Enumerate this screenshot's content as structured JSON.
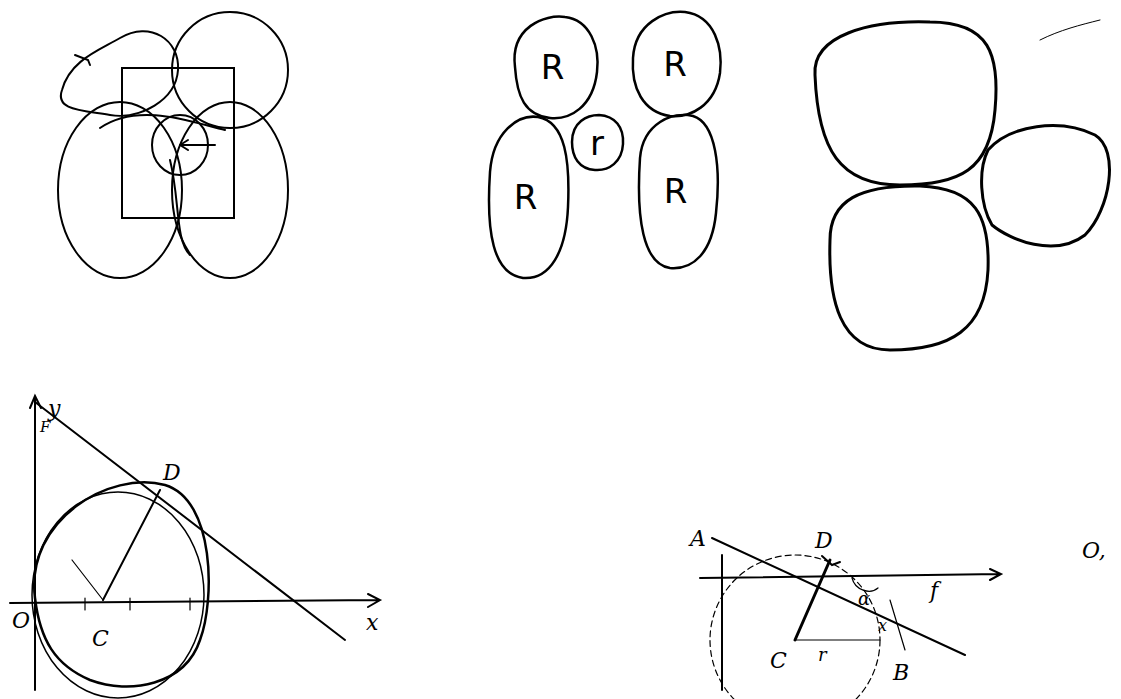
{
  "diagram": {
    "nodes": [
      {
        "text": [
          "R"
        ]
      },
      {
        "text": [
          "R"
        ]
      },
      {
        "text": [
          "R"
        ]
      },
      {
        "text": [
          "r"
        ]
      },
      {
        "text": [
          "R"
        ]
      }
    ],
    "labels": [
      "y",
      "F",
      "D",
      "O",
      "C",
      "x",
      "A",
      "D",
      "C",
      "r",
      "x",
      "f",
      "α",
      "B",
      "O,"
    ]
  }
}
